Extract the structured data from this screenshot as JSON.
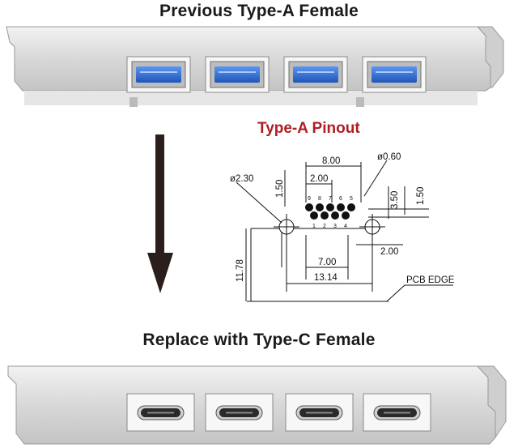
{
  "titles": {
    "top": "Previous Type-A Female",
    "pinout": "Type-A Pinout",
    "bottom": "Replace with Type-C Female"
  },
  "dimensions": {
    "width_outer": "8.00",
    "pitch_top": "2.00",
    "pin_dia": "ø0.60",
    "hole_dia": "ø2.30",
    "v_left": "1.50",
    "v_right1": "3.50",
    "v_right2": "1.50",
    "offset_right": "2.00",
    "height": "11.78",
    "inner_width": "7.00",
    "outer_width": "13.14",
    "edge_label": "PCB EDGE"
  },
  "pins": {
    "top_row": [
      "9",
      "8",
      "7",
      "6",
      "5"
    ],
    "bottom_row": [
      "1",
      "2",
      "3",
      "4"
    ]
  },
  "colors": {
    "pinout_title": "#b01e23",
    "usb_blue": "#2f6fd6",
    "bracket": "#d9d9d9"
  }
}
